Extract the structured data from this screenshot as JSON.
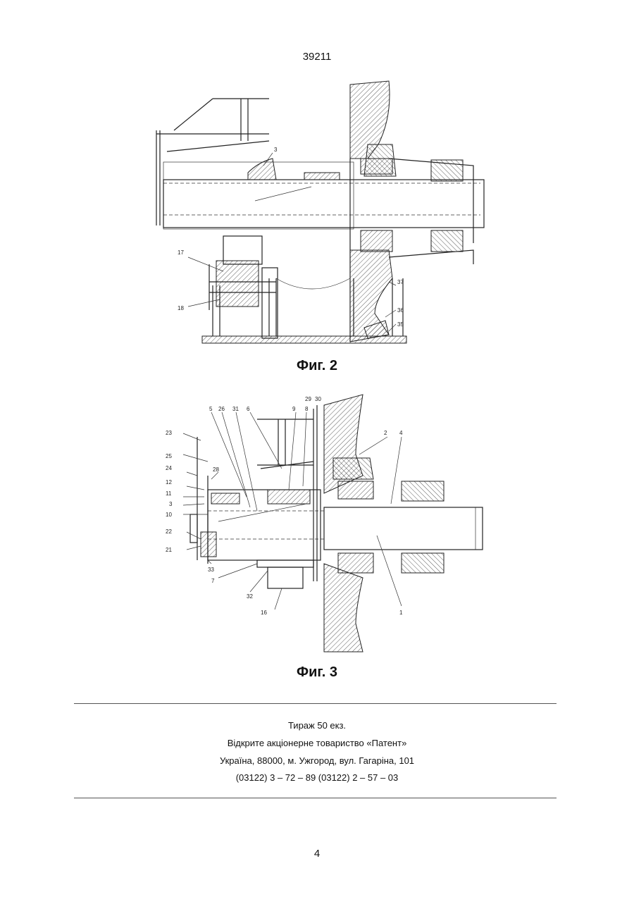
{
  "header": {
    "doc_number": "39211"
  },
  "figures": [
    {
      "caption": "Фиг. 2",
      "labels": [
        "3",
        "17",
        "18",
        "37",
        "36",
        "35"
      ]
    },
    {
      "caption": "Фиг. 3",
      "labels": [
        "29",
        "30",
        "5",
        "26",
        "31",
        "6",
        "9",
        "8",
        "2",
        "4",
        "23",
        "25",
        "24",
        "28",
        "12",
        "11",
        "3",
        "10",
        "22",
        "21",
        "33",
        "7",
        "32",
        "16",
        "1"
      ]
    }
  ],
  "imprint": {
    "line1": "Тираж 50 екз.",
    "line2": "Відкрите акціонерне товариство «Патент»",
    "line3": "Україна, 88000, м. Ужгород, вул. Гагаріна, 101",
    "line4": "(03122) 3 – 72 – 89   (03122) 2 – 57 – 03"
  },
  "footer": {
    "page_number": "4"
  }
}
